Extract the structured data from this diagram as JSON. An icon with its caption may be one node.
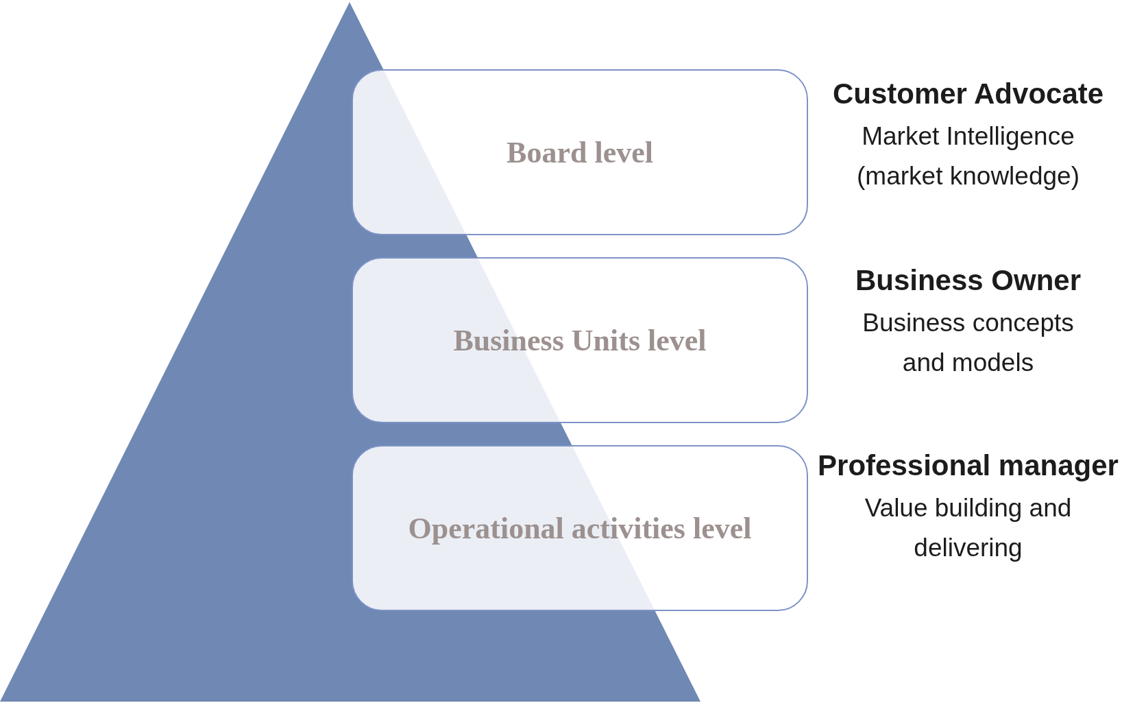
{
  "diagram": {
    "nodes": [
      {
        "text": [
          "Board level"
        ],
        "beside": [
          "Customer Advocate",
          "Market Intelligence (market knowledge)"
        ]
      },
      {
        "text": [
          "Business Units level"
        ],
        "beside": [
          "Business Owner",
          "Business concepts and models"
        ]
      },
      {
        "text": [
          "Operational activities level"
        ],
        "beside": [
          "Professional manager",
          "Value building and delivering"
        ]
      }
    ]
  }
}
